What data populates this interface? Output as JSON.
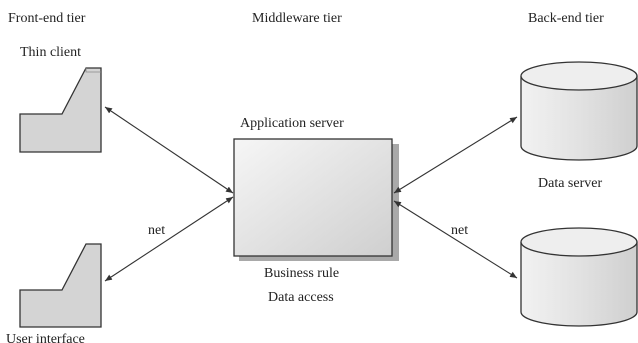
{
  "tiers": {
    "front_end": "Front-end tier",
    "middleware": "Middleware tier",
    "back_end": "Back-end tier"
  },
  "nodes": {
    "thin_client": "Thin client",
    "user_interface": "User interface",
    "application_server": "Application server",
    "business_rule": "Business rule",
    "data_access": "Data access",
    "data_server": "Data server"
  },
  "links": {
    "net_left": "net",
    "net_right": "net"
  },
  "colors": {
    "line": "#333333",
    "client_fill": "#d4d4d4",
    "server_fill_light": "#f5f5f5",
    "server_fill_dark": "#d0d0d0",
    "server_shadow": "#a9a9a9",
    "db_fill": "#e8e8e8"
  }
}
